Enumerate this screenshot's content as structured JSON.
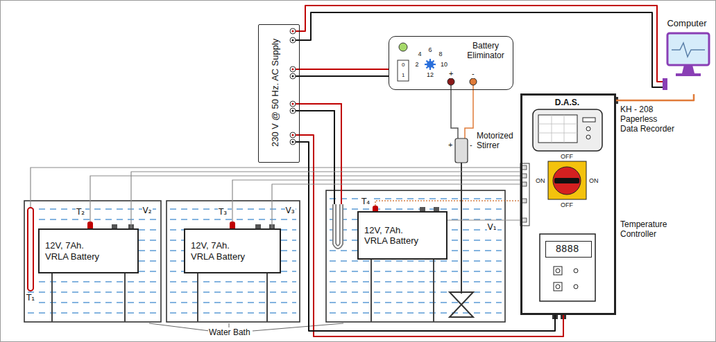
{
  "diagram": {
    "nodes": [
      {
        "text": [
          "230 V @ 50 Hz. AC Supply"
        ]
      },
      {
        "text": [
          "Battery Eliminator"
        ]
      },
      {
        "text": [
          "Computer"
        ]
      },
      {
        "text": [
          "D.A.S."
        ]
      },
      {
        "text": [
          "8888"
        ],
        "in": 3
      },
      {
        "text": [
          "12V, 7Ah. VRLA Battery"
        ]
      },
      {
        "text": [
          "12V, 7Ah. VRLA Battery"
        ]
      },
      {
        "text": [
          "12V, 7Ah. VRLA Battery"
        ]
      }
    ],
    "edges": [
      {
        "from": 0,
        "to": 1,
        "arrow": "none"
      },
      {
        "from": 0,
        "to": 2,
        "arrow": "none"
      },
      {
        "from": 0,
        "to": 3,
        "arrow": "none"
      },
      {
        "from": 3,
        "to": 2,
        "arrow": "none"
      },
      {
        "from": 5,
        "to": 3,
        "arrow": "none"
      },
      {
        "from": 6,
        "to": 3,
        "arrow": "none"
      },
      {
        "from": 7,
        "to": 3,
        "arrow": "none"
      }
    ],
    "labels": [
      "4",
      "6",
      "8",
      "2",
      "10",
      "12",
      "0",
      "1",
      "+",
      "-",
      "+",
      "-",
      "Motorized Stirrer",
      "KH - 208 Paperless Data Recorder",
      "OFF",
      "ON",
      "ON",
      "OFF",
      "Temperature Controller",
      "T₁",
      "T₂",
      "T₃",
      "T₄",
      "V₁",
      "V₂",
      "V₃",
      "Water Bath"
    ]
  }
}
